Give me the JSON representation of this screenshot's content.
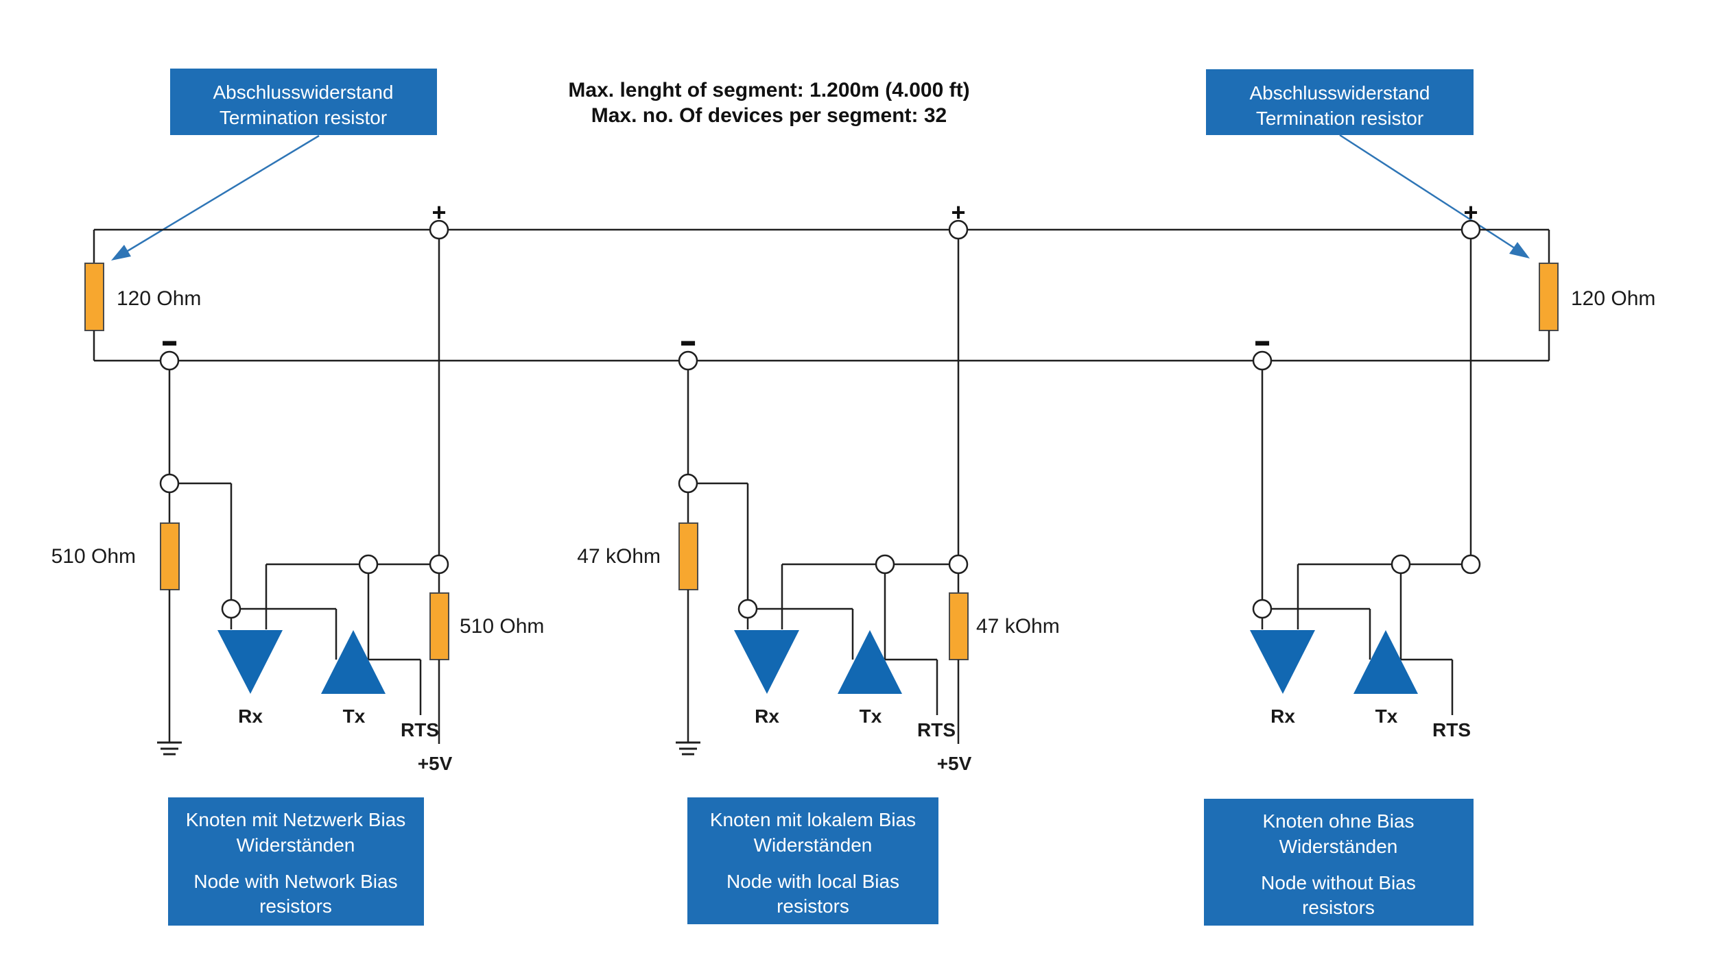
{
  "colors": {
    "box_blue": "#1E6EB5",
    "triangle_blue": "#1268B2",
    "resistor_orange": "#F7A72F",
    "arrow_blue": "#2E75B6",
    "wire": "#1F1F1F"
  },
  "header": {
    "line1": "Max. lenght of segment: 1.200m (4.000 ft)",
    "line2": "Max. no. Of devices per segment: 32"
  },
  "termination_box": {
    "line1": "Abschlusswiderstand",
    "line2": "Termination resistor"
  },
  "bus": {
    "plus": "+",
    "minus": "−"
  },
  "resistor_labels": {
    "termination": "120 Ohm",
    "network_bias": "510 Ohm",
    "local_bias": "47 kOhm"
  },
  "signals": {
    "rx": "Rx",
    "tx": "Tx",
    "rts": "RTS",
    "v5": "+5V"
  },
  "node_boxes": [
    {
      "lines": [
        "Knoten mit Netzwerk Bias",
        "Widerständen",
        "Node with Network Bias",
        "resistors"
      ]
    },
    {
      "lines": [
        "Knoten mit lokalem Bias",
        "Widerständen",
        "Node with local Bias",
        "resistors"
      ]
    },
    {
      "lines": [
        "Knoten ohne Bias",
        "Widerständen",
        "Node without Bias",
        "resistors"
      ]
    }
  ]
}
